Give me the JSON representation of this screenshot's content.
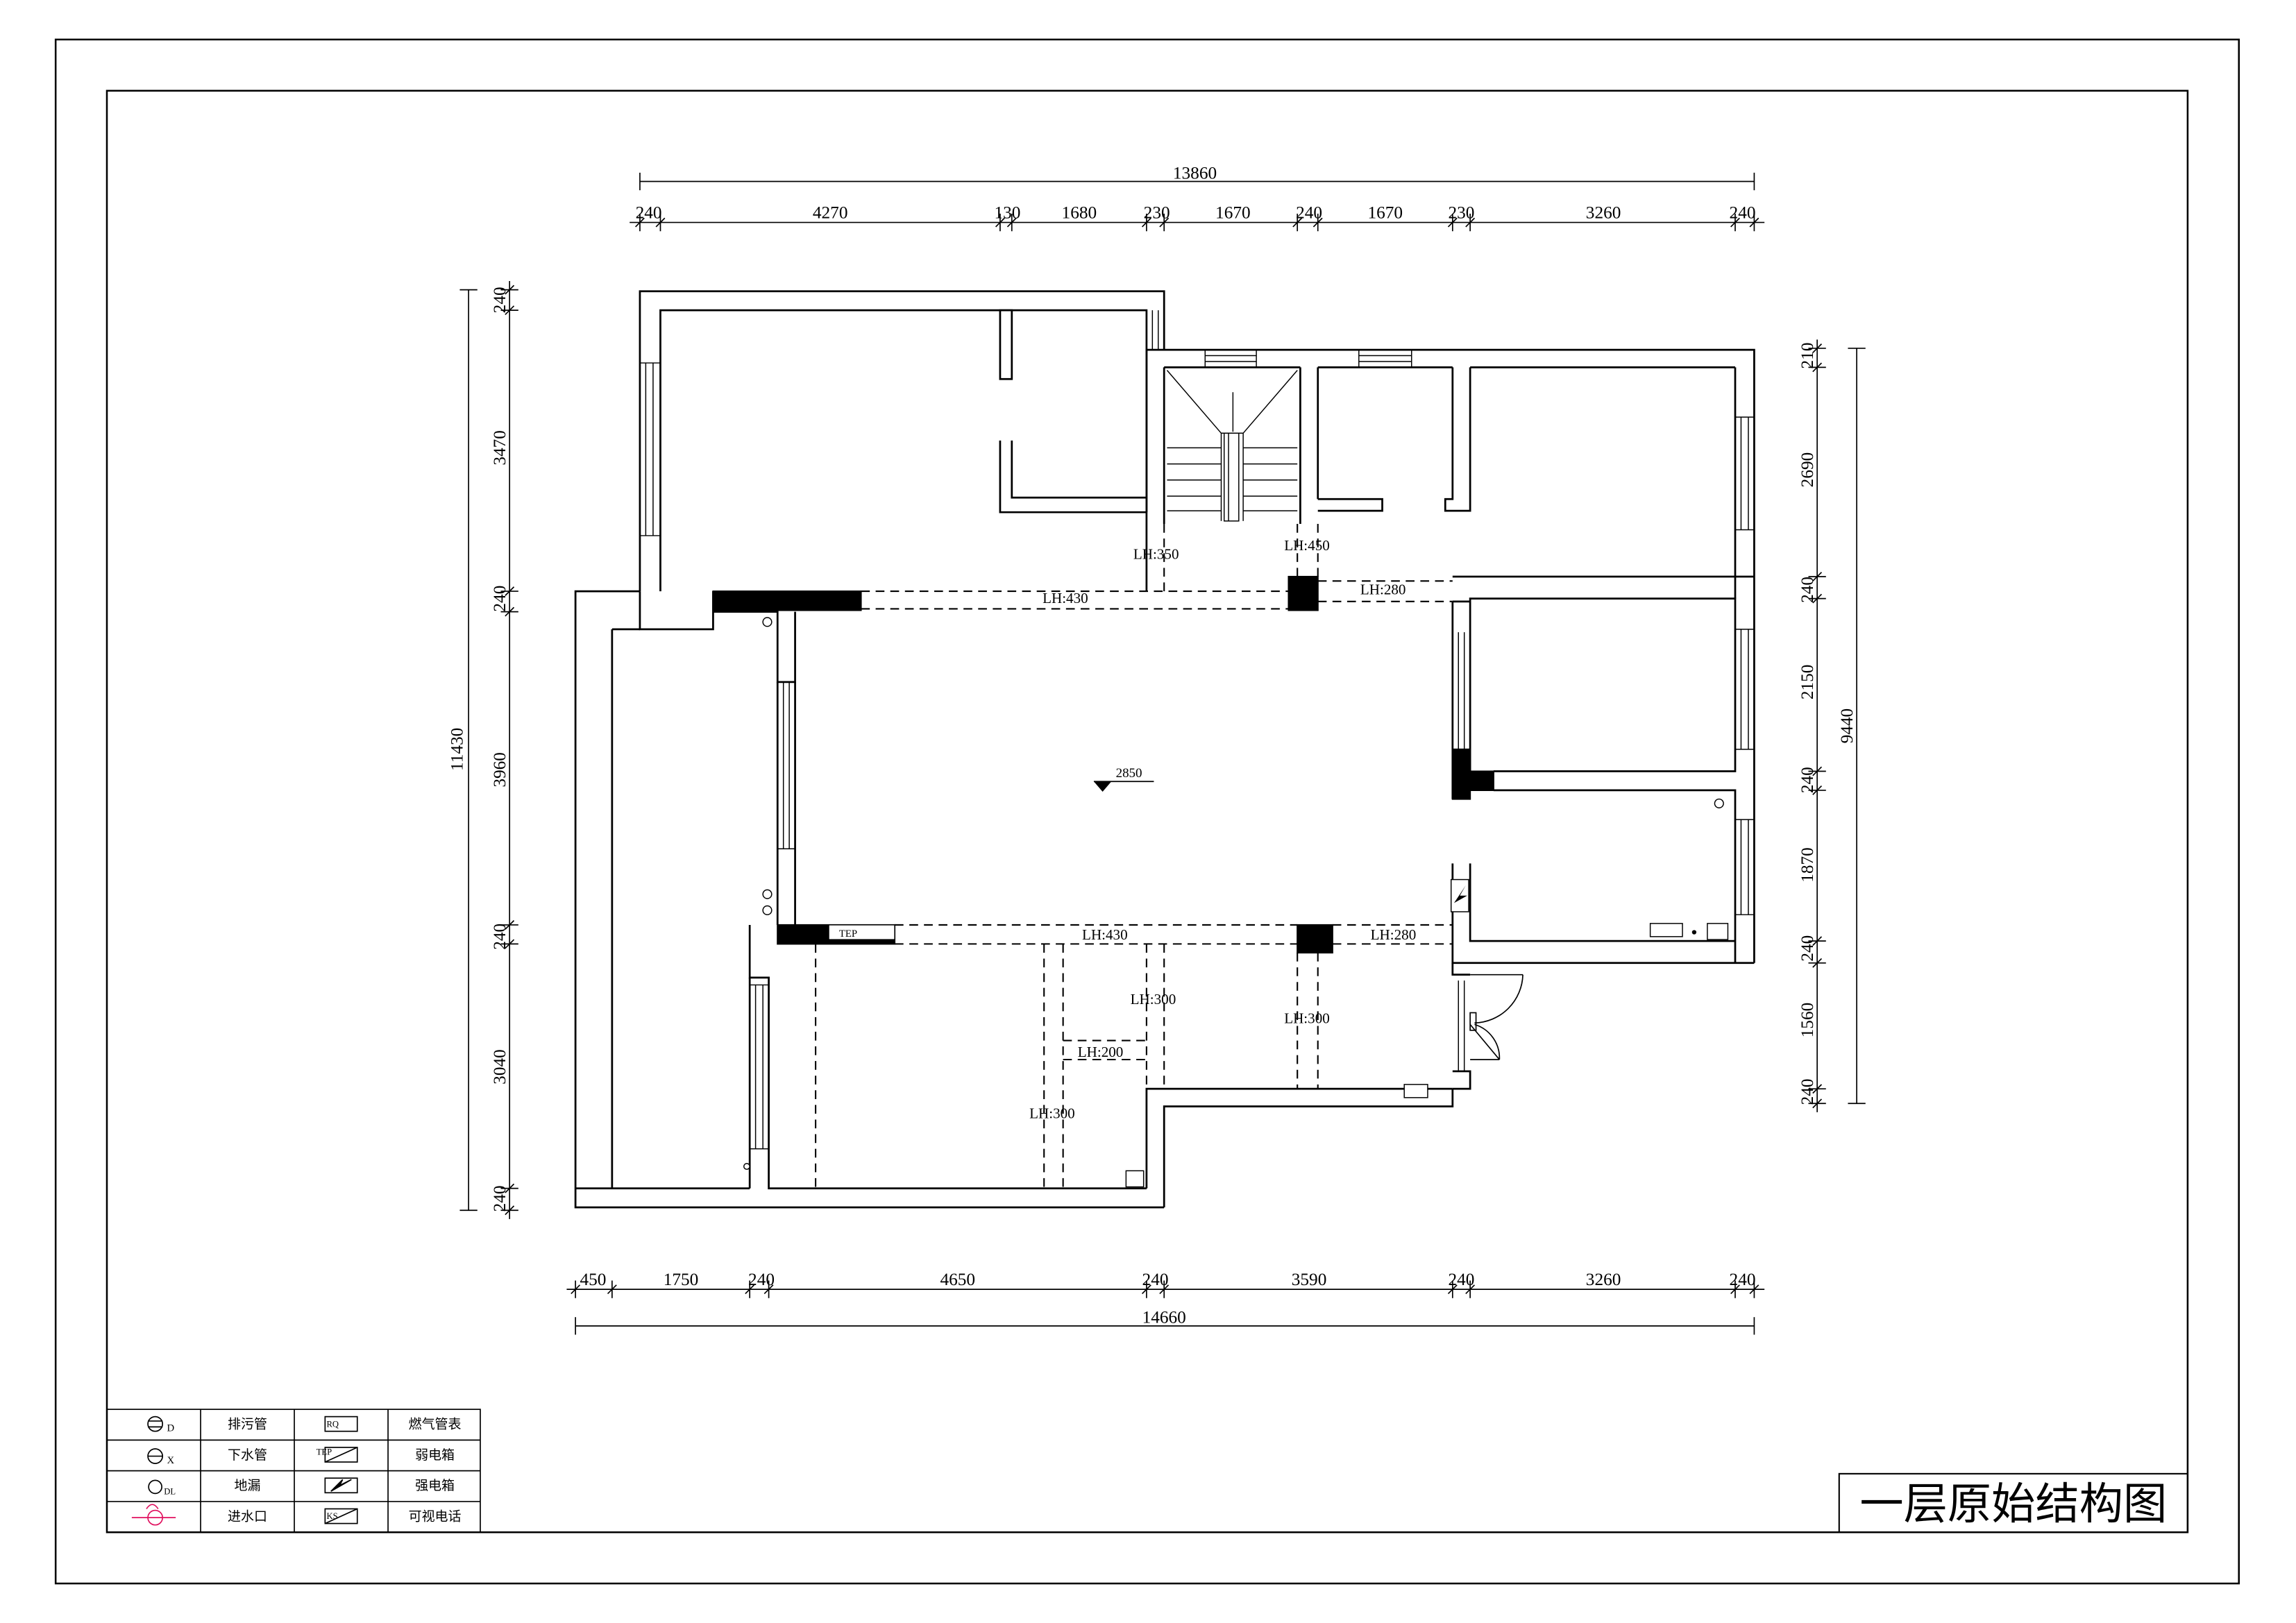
{
  "drawing": {
    "title": "一层原始结构图",
    "elevation_mark": "2850",
    "dimensions": {
      "top_total": "13860",
      "top_segments": [
        "240",
        "4270",
        "130",
        "1680",
        "230",
        "1670",
        "240",
        "1670",
        "230",
        "3260",
        "240"
      ],
      "bottom_total": "14660",
      "bottom_segments": [
        "450",
        "1750",
        "240",
        "4650",
        "240",
        "3590",
        "240",
        "3260",
        "240"
      ],
      "left_total": "11430",
      "left_segments": [
        "240",
        "3470",
        "240",
        "3960",
        "240",
        "3040",
        "240"
      ],
      "right_total": "9440",
      "right_segments": [
        "210",
        "2690",
        "240",
        "2150",
        "240",
        "1870",
        "240",
        "1560",
        "240"
      ]
    },
    "beams": [
      {
        "label": "LH:430"
      },
      {
        "label": "LH:350"
      },
      {
        "label": "LH:450"
      },
      {
        "label": "LH:280"
      },
      {
        "label": "LH:430"
      },
      {
        "label": "LH:280"
      },
      {
        "label": "LH:300"
      },
      {
        "label": "LH:300"
      },
      {
        "label": "LH:300"
      },
      {
        "label": "LH:200"
      }
    ]
  },
  "legend": [
    {
      "code": "D",
      "icon": "drain-pipe-symbol",
      "label": "排污管",
      "icon2": "gas-meter-symbol",
      "label2": "燃气管表",
      "code2": "RQ"
    },
    {
      "code": "X",
      "icon": "downpipe-symbol",
      "label": "下水管",
      "icon2": "weak-current-box-symbol",
      "label2": "弱电箱",
      "code2": "TEP"
    },
    {
      "code": "DL",
      "icon": "floor-drain-symbol",
      "label": "地漏",
      "icon2": "strong-current-box-symbol",
      "label2": "强电箱",
      "code2": ""
    },
    {
      "code": "",
      "icon": "water-inlet-symbol",
      "label": "进水口",
      "icon2": "video-intercom-symbol",
      "label2": "可视电话",
      "code2": "KS"
    }
  ],
  "colors": {
    "line": "#000000",
    "inlet_symbol": "#e0115f",
    "background": "#ffffff"
  }
}
